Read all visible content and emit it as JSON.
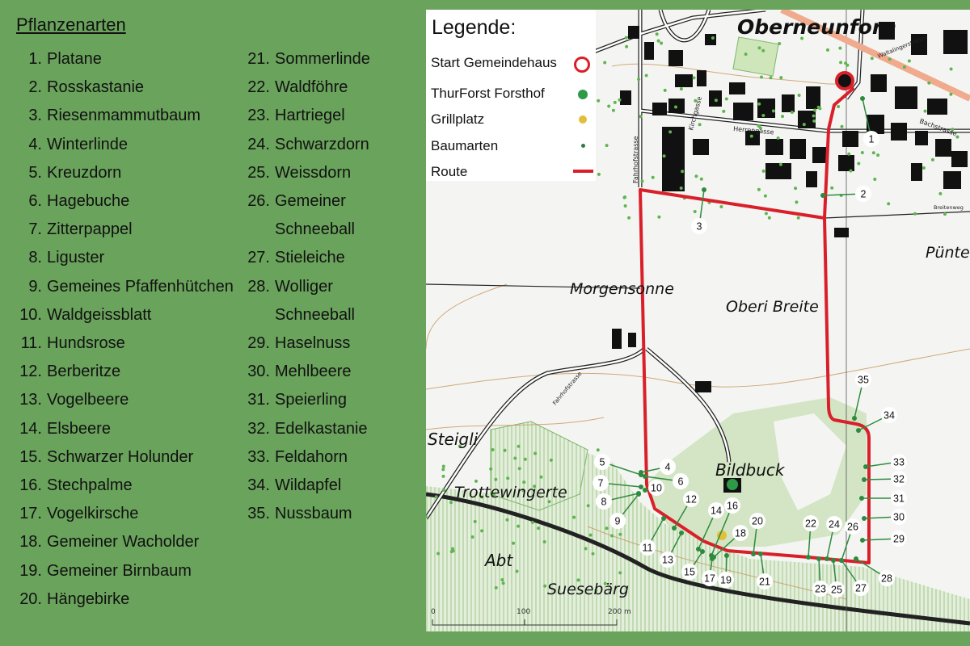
{
  "plant_list": {
    "title": "Pflanzenarten",
    "items": [
      {
        "n": "1.",
        "name": "Platane"
      },
      {
        "n": "2.",
        "name": "Rosskastanie"
      },
      {
        "n": "3.",
        "name": "Riesenmammutbaum"
      },
      {
        "n": "4.",
        "name": "Winterlinde"
      },
      {
        "n": "5.",
        "name": "Kreuzdorn"
      },
      {
        "n": "6.",
        "name": "Hagebuche"
      },
      {
        "n": "7.",
        "name": "Zitterpappel"
      },
      {
        "n": "8.",
        "name": "Liguster"
      },
      {
        "n": "9.",
        "name": "Gemeines Pfaffenhütchen"
      },
      {
        "n": "10.",
        "name": "Waldgeissblatt"
      },
      {
        "n": "11.",
        "name": "Hundsrose"
      },
      {
        "n": "12.",
        "name": "Berberitze"
      },
      {
        "n": "13.",
        "name": "Vogelbeere"
      },
      {
        "n": "14.",
        "name": "Elsbeere"
      },
      {
        "n": "15.",
        "name": "Schwarzer Holunder"
      },
      {
        "n": "16.",
        "name": "Stechpalme"
      },
      {
        "n": "17.",
        "name": "Vogelkirsche"
      },
      {
        "n": "18.",
        "name": "Gemeiner Wacholder"
      },
      {
        "n": "19.",
        "name": "Gemeiner Birnbaum"
      },
      {
        "n": "20.",
        "name": "Hängebirke"
      },
      {
        "n": "21.",
        "name": "Sommerlinde"
      },
      {
        "n": "22.",
        "name": "Waldföhre"
      },
      {
        "n": "23.",
        "name": "Hartriegel"
      },
      {
        "n": "24.",
        "name": "Schwarzdorn"
      },
      {
        "n": "25.",
        "name": "Weissdorn"
      },
      {
        "n": "26.",
        "name": "Gemeiner Schneeball"
      },
      {
        "n": "27.",
        "name": "Stieleiche"
      },
      {
        "n": "28.",
        "name": "Wolliger Schneeball"
      },
      {
        "n": "29.",
        "name": "Haselnuss"
      },
      {
        "n": "30.",
        "name": "Mehlbeere"
      },
      {
        "n": "31.",
        "name": "Speierling"
      },
      {
        "n": "32.",
        "name": "Edelkastanie"
      },
      {
        "n": "33.",
        "name": "Feldahorn"
      },
      {
        "n": "34.",
        "name": "Wildapfel"
      },
      {
        "n": "35.",
        "name": "Nussbaum"
      }
    ]
  },
  "legend": {
    "title": "Legende:",
    "items": [
      {
        "label": "Start Gemeindehaus",
        "symbol": "red-ring",
        "color": "#d9202a"
      },
      {
        "label": "ThurForst Forsthof",
        "symbol": "green-dot",
        "color": "#2e9a48"
      },
      {
        "label": "Grillplatz",
        "symbol": "yellow-dot",
        "color": "#e2bf3a"
      },
      {
        "label": "Baumarten",
        "symbol": "small-green-dot",
        "color": "#2e7d3c"
      },
      {
        "label": "Route",
        "symbol": "red-line",
        "color": "#d9202a"
      }
    ]
  },
  "map": {
    "place_names": {
      "village": "Oberneunforn",
      "punte": "Pünte",
      "morgensonne": "Morgensonne",
      "oberi_breite": "Oberi Breite",
      "steigli": "Steigli",
      "bildbuck": "Bildbuck",
      "trottewingerte": "Trottewingerte",
      "abt": "Abt",
      "suesebarg": "Suesebärg"
    },
    "streets": {
      "fahrhofstrasse": "Fahrhofstrasse",
      "kirchgasse": "Kirchgasse",
      "herrengasse": "Herrengasse",
      "bachstrasse": "Bachstrasse",
      "waltalingerstrasse": "Waltalingerstrasse",
      "breitenweg": "Breitenweg",
      "fahrhofstrasse_south": "Fahrhofstrasse"
    },
    "scale_bar": {
      "ticks": [
        "0",
        "100",
        "200 m"
      ]
    },
    "markers": [
      "1",
      "2",
      "3",
      "4",
      "5",
      "6",
      "7",
      "8",
      "9",
      "10",
      "11",
      "12",
      "13",
      "14",
      "15",
      "16",
      "17",
      "18",
      "19",
      "20",
      "21",
      "22",
      "23",
      "24",
      "25",
      "26",
      "27",
      "28",
      "29",
      "30",
      "31",
      "32",
      "33",
      "34",
      "35"
    ],
    "colors": {
      "route": "#d9202a",
      "tree": "#2e9a48",
      "grill": "#e2bf3a",
      "forest": "#cfe3bf",
      "building": "#111111"
    }
  }
}
